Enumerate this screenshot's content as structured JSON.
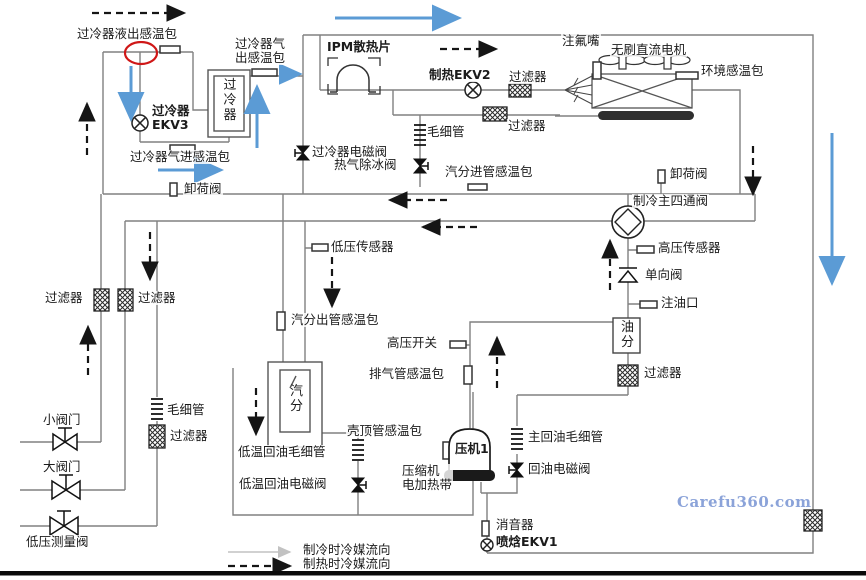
{
  "diagram": {
    "watermark": "Carefu360.com",
    "colors": {
      "pipe": "#818181",
      "flow_arrow_blue": "#5b9bd5",
      "annotation_red": "#cf1717",
      "watermark_blue": "#8ba3d9"
    },
    "legend": {
      "cooling_flow": "制冷时冷媒流向",
      "heating_flow": "制热时冷媒流向"
    },
    "labels": {
      "subcooler_liquid_out_sensor": "过冷器液出感温包",
      "subcooler_gas_out_sensor": "过冷器气\n出感温包",
      "subcooler_box": "过冷器",
      "subcooler_ekv3": "过冷器\nEKV3",
      "subcooler_gas_in_sensor": "过冷器气进感温包",
      "unload_valve_left": "卸荷阀",
      "ipm_heatsink": "IPM散热片",
      "heating_ekv2": "制热EKV2",
      "filter_top": "过滤器",
      "capillary_top": "毛细管",
      "filter_mid": "过滤器",
      "subcooler_solenoid_valve": "过冷器电磁阀",
      "hot_gas_defrost_valve": "热气除冰阀",
      "vapor_sep_inlet_sensor": "汽分进管感温包",
      "fluorine_port": "注氟嘴",
      "brushless_dc_motor": "无刷直流电机",
      "ambient_sensor": "环境感温包",
      "unload_valve_right": "卸荷阀",
      "main_four_way_valve": "制冷主四通阀",
      "high_pressure_sensor": "高压传感器",
      "check_valve": "单向阀",
      "oil_fill_port": "注油口",
      "oil_separator": "油分",
      "filter_right": "过滤器",
      "low_pressure_sensor": "低压传感器",
      "vapor_sep_outlet_sensor": "汽分出管感温包",
      "high_pressure_switch": "高压开关",
      "discharge_pipe_sensor": "排气管感温包",
      "filter_left_a": "过滤器",
      "filter_left_b": "过滤器",
      "small_valve": "小阀门",
      "large_valve": "大阀门",
      "low_pressure_measure_valve": "低压测量阀",
      "capillary_bottom_left": "毛细管",
      "filter_bottom_left": "过滤器",
      "vapor_separator": "汽分",
      "low_temp_oil_return_capillary": "低温回油毛细管",
      "low_temp_oil_return_solenoid": "低温回油电磁阀",
      "shell_top_sensor": "壳顶管感温包",
      "compressor_heater": "压缩机\n电加热带",
      "compressor": "压机1",
      "main_oil_return_capillary": "主回油毛细管",
      "oil_return_solenoid": "回油电磁阀",
      "muffler": "消音器",
      "enthalpy_injection_ekv1": "喷焓EKV1"
    }
  }
}
